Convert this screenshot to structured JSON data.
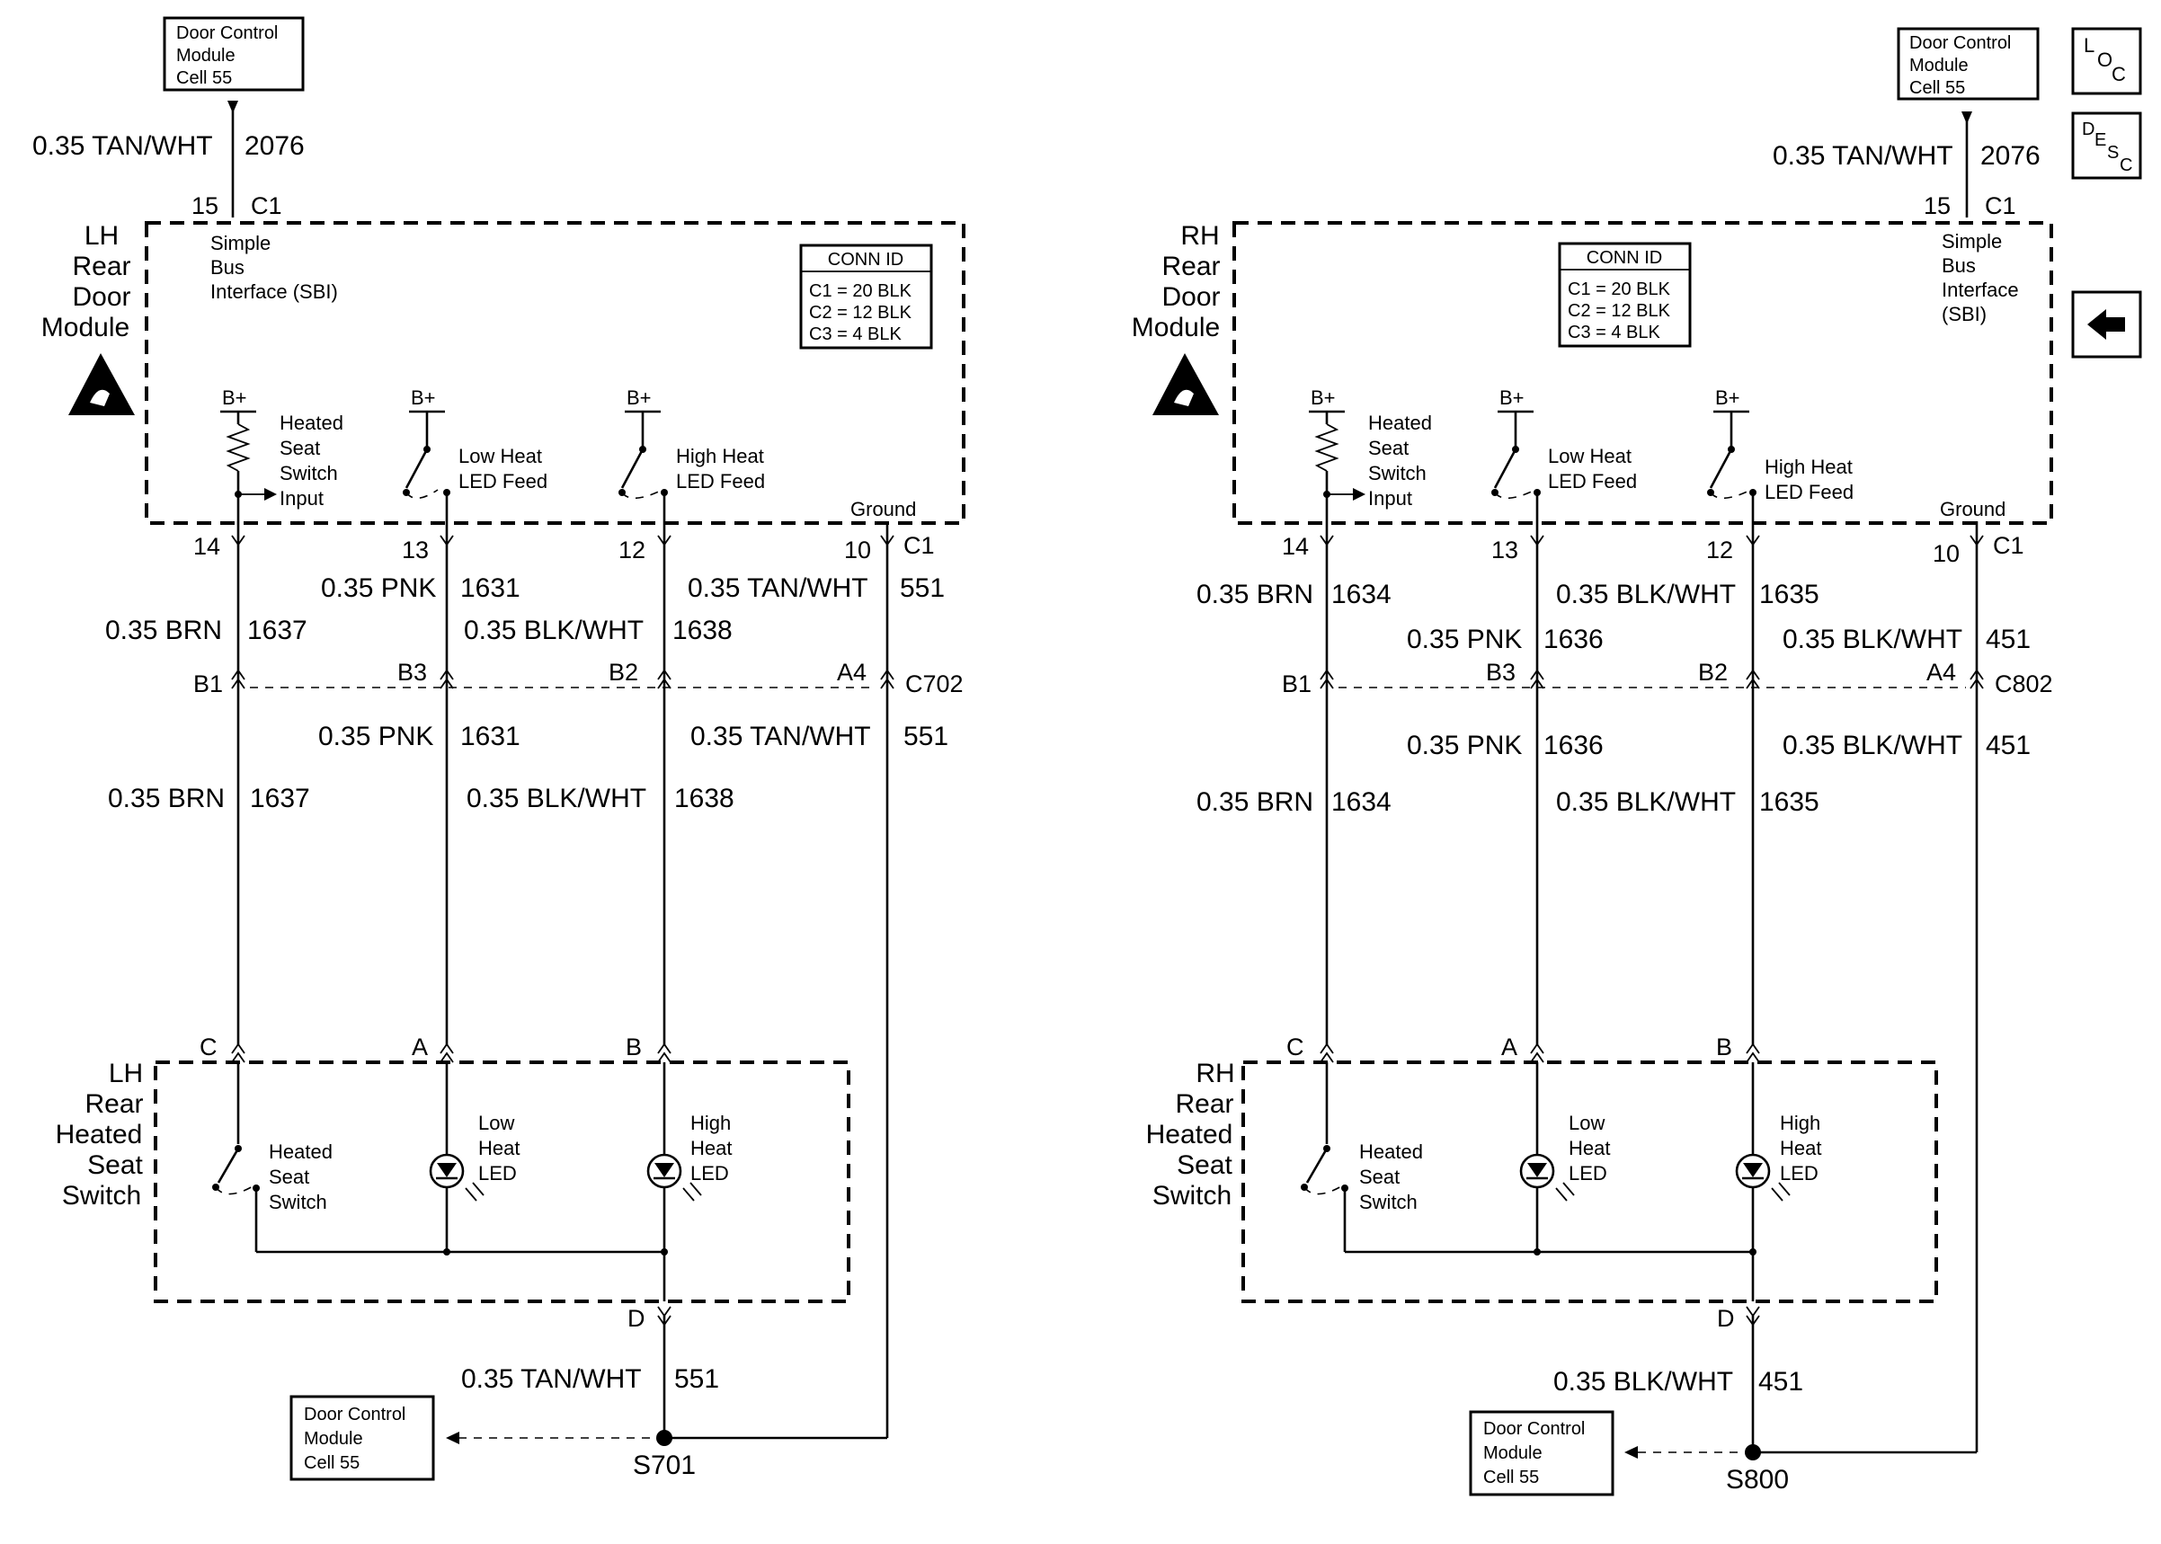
{
  "dcm_label": [
    "Door Control",
    "Module",
    "Cell 55"
  ],
  "loc": {
    "a": "L",
    "b": "O",
    "c": "C"
  },
  "desc": {
    "a": "D",
    "b": "E",
    "c": "S",
    "d": "C"
  },
  "sides": [
    {
      "id": "lh",
      "top_wire": {
        "gauge": "0.35 TAN/WHT",
        "circuit": "2076"
      },
      "top_pin": "15",
      "top_conn": "C1",
      "module_name": [
        "LH",
        "Rear",
        "Door",
        "Module"
      ],
      "sbi": [
        "Simple",
        "Bus",
        "Interface (SBI)"
      ],
      "conn_id": {
        "title": "CONN ID",
        "rows": [
          "C1 = 20 BLK",
          "C2 = 12 BLK",
          "C3 = 4 BLK"
        ]
      },
      "bplus": "B+",
      "heated_input": [
        "Heated",
        "Seat",
        "Switch",
        "Input"
      ],
      "low_feed": [
        "Low Heat",
        "LED Feed"
      ],
      "high_feed": [
        "High Heat",
        "LED Feed"
      ],
      "ground": "Ground",
      "pins": [
        "14",
        "13",
        "12",
        "10"
      ],
      "c1": "C1",
      "wires_upper": [
        {
          "gauge": "0.35 BRN",
          "circuit": "1637"
        },
        {
          "gauge": "0.35 PNK",
          "circuit": "1631"
        },
        {
          "gauge": "0.35 BLK/WHT",
          "circuit": "1638"
        },
        {
          "gauge": "0.35 TAN/WHT",
          "circuit": "551"
        }
      ],
      "inline_pins": [
        "B1",
        "B3",
        "B2",
        "A4"
      ],
      "inline_conn": "C702",
      "wires_lower": [
        {
          "gauge": "0.35 BRN",
          "circuit": "1637"
        },
        {
          "gauge": "0.35 PNK",
          "circuit": "1631"
        },
        {
          "gauge": "0.35 BLK/WHT",
          "circuit": "1638"
        },
        {
          "gauge": "0.35 TAN/WHT",
          "circuit": "551"
        }
      ],
      "sw_pins": [
        "C",
        "A",
        "B",
        "D"
      ],
      "switch_name": [
        "LH",
        "Rear",
        "Heated",
        "Seat",
        "Switch"
      ],
      "heated_switch": [
        "Heated",
        "Seat",
        "Switch"
      ],
      "low_led": [
        "Low",
        "Heat",
        "LED"
      ],
      "high_led": [
        "High",
        "Heat",
        "LED"
      ],
      "bottom_wire": {
        "gauge": "0.35 TAN/WHT",
        "circuit": "551"
      },
      "splice": "S701"
    },
    {
      "id": "rh",
      "top_wire": {
        "gauge": "0.35 TAN/WHT",
        "circuit": "2076"
      },
      "top_pin": "15",
      "top_conn": "C1",
      "module_name": [
        "RH",
        "Rear",
        "Door",
        "Module"
      ],
      "sbi": [
        "Simple",
        "Bus",
        "Interface",
        "(SBI)"
      ],
      "conn_id": {
        "title": "CONN ID",
        "rows": [
          "C1 = 20 BLK",
          "C2 = 12 BLK",
          "C3 = 4 BLK"
        ]
      },
      "bplus": "B+",
      "heated_input": [
        "Heated",
        "Seat",
        "Switch",
        "Input"
      ],
      "low_feed": [
        "Low Heat",
        "LED Feed"
      ],
      "high_feed": [
        "High Heat",
        "LED Feed"
      ],
      "ground": "Ground",
      "pins": [
        "14",
        "13",
        "12",
        "10"
      ],
      "c1": "C1",
      "wires_upper": [
        {
          "gauge": "0.35 BRN",
          "circuit": "1634"
        },
        {
          "gauge": "0.35 PNK",
          "circuit": "1636"
        },
        {
          "gauge": "0.35 BLK/WHT",
          "circuit": "1635"
        },
        {
          "gauge": "0.35 BLK/WHT",
          "circuit": "451"
        }
      ],
      "inline_pins": [
        "B1",
        "B3",
        "B2",
        "A4"
      ],
      "inline_conn": "C802",
      "wires_lower": [
        {
          "gauge": "0.35 BRN",
          "circuit": "1634"
        },
        {
          "gauge": "0.35 PNK",
          "circuit": "1636"
        },
        {
          "gauge": "0.35 BLK/WHT",
          "circuit": "1635"
        },
        {
          "gauge": "0.35 BLK/WHT",
          "circuit": "451"
        }
      ],
      "sw_pins": [
        "C",
        "A",
        "B",
        "D"
      ],
      "switch_name": [
        "RH",
        "Rear",
        "Heated",
        "Seat",
        "Switch"
      ],
      "heated_switch": [
        "Heated",
        "Seat",
        "Switch"
      ],
      "low_led": [
        "Low",
        "Heat",
        "LED"
      ],
      "high_led": [
        "High",
        "Heat",
        "LED"
      ],
      "bottom_wire": {
        "gauge": "0.35 BLK/WHT",
        "circuit": "451"
      },
      "splice": "S800"
    }
  ]
}
